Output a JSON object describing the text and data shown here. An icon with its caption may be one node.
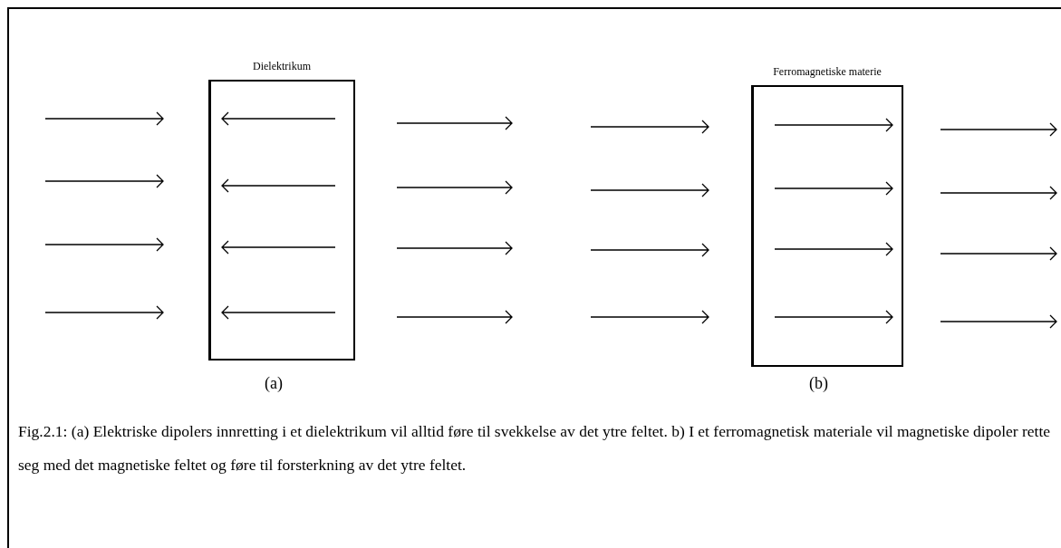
{
  "diagram": {
    "caption": "Fig.2.1: (a) Elektriske dipolers innretting i et dielektrikum vil alltid føre til svekkelse av det ytre feltet. b) I et ferromagnetisk materiale vil magnetiske dipoler rette seg med det magnetiske feltet og føre til forsterkning av det ytre feltet.",
    "nodes": [
      {
        "text": [
          "Dielektrikum"
        ]
      },
      {
        "text": [
          "Ferromagnetiske materie"
        ]
      }
    ],
    "labels": [
      "(a)",
      "(b)"
    ]
  }
}
